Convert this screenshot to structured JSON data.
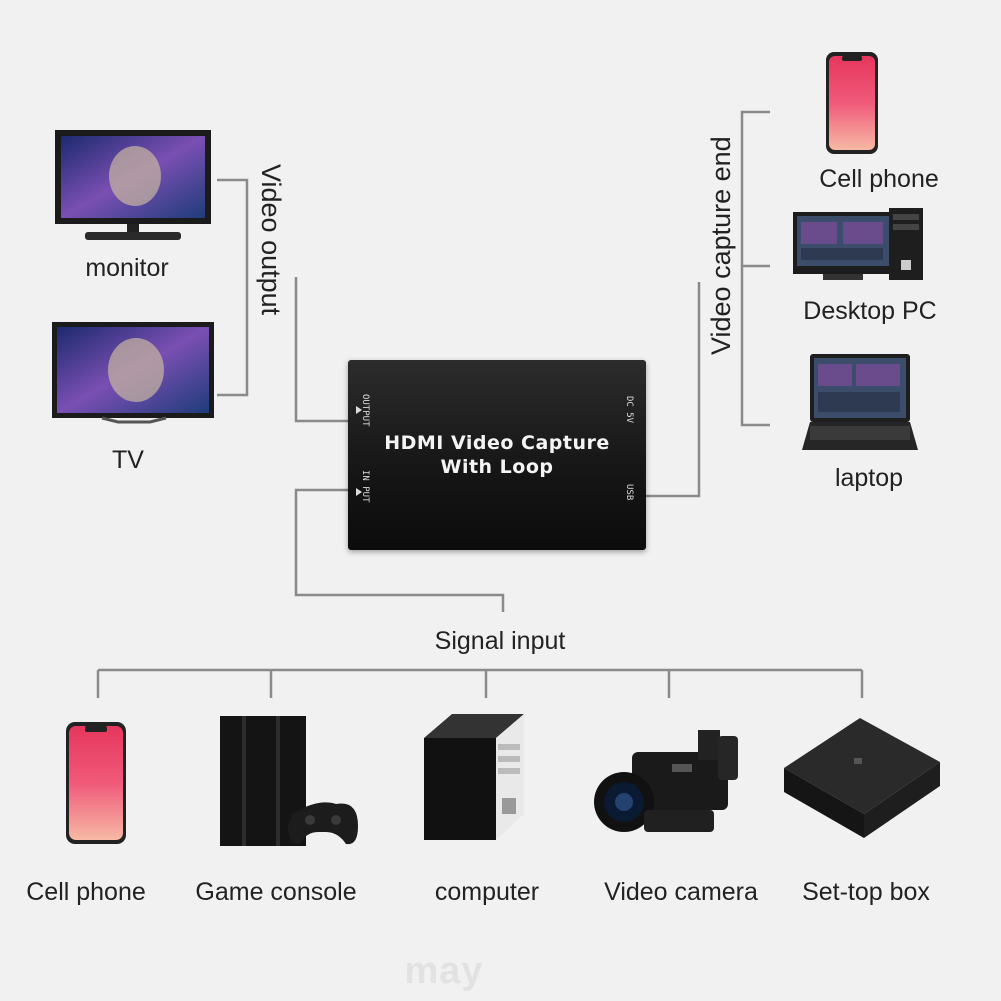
{
  "groups": {
    "video_output": "Video output",
    "video_capture_end": "Video capture end",
    "signal_input": "Signal input"
  },
  "device": {
    "title_line1": "HDMI Video Capture",
    "title_line2": "With Loop",
    "port_output": "OUTPUT",
    "port_input": "IN PUT",
    "port_dc": "DC 5V",
    "port_usb": "USB"
  },
  "outputs": {
    "monitor": "monitor",
    "tv": "TV"
  },
  "capture": {
    "phone": "Cell phone",
    "desktop": "Desktop PC",
    "laptop": "laptop"
  },
  "inputs": {
    "phone": "Cell phone",
    "console": "Game console",
    "computer": "computer",
    "camera": "Video camera",
    "settop": "Set-top box"
  },
  "watermark": "may",
  "colors": {
    "line": "#8a8a8a",
    "box": "#1a1a1a",
    "background": "#f1f1f1"
  }
}
